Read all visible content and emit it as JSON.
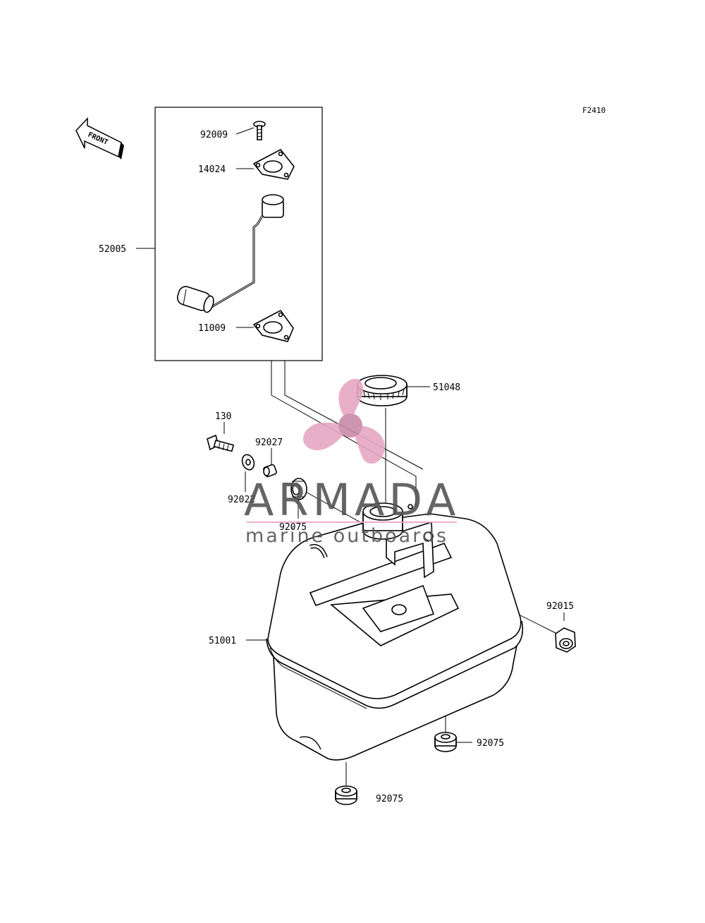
{
  "figure_code": "F2410",
  "front_label": "FRONT",
  "parts": {
    "p92009": "92009",
    "p14024": "14024",
    "p52005": "52005",
    "p11009": "11009",
    "p51048": "51048",
    "p130": "130",
    "p92027": "92027",
    "p92022": "92022",
    "p92075_a": "92075",
    "p92015": "92015",
    "p51001": "51001",
    "p92075_b": "92075",
    "p92075_c": "92075"
  },
  "watermark": {
    "brand": "ARMADA",
    "tagline": "marine outboards",
    "colors": {
      "brand": "#555555",
      "accent": "#e8a7c3",
      "accent_dark": "#c98aa8"
    }
  }
}
